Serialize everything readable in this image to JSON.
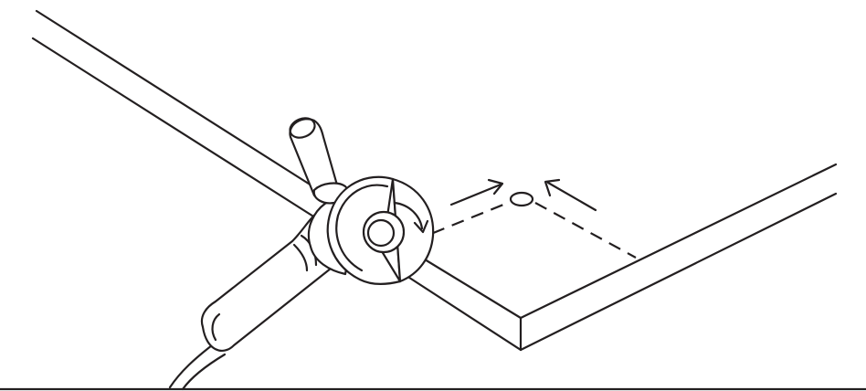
{
  "figure": {
    "line_color": "#231f20",
    "background": "#ffffff",
    "parts": [
      "countertop-slab",
      "angle-grinder",
      "cutting-disc",
      "disc-guard",
      "side-handle",
      "rear-handle",
      "power-cord",
      "dashed-cut-line",
      "drill-hole",
      "direction-arrows",
      "ground-line"
    ]
  }
}
